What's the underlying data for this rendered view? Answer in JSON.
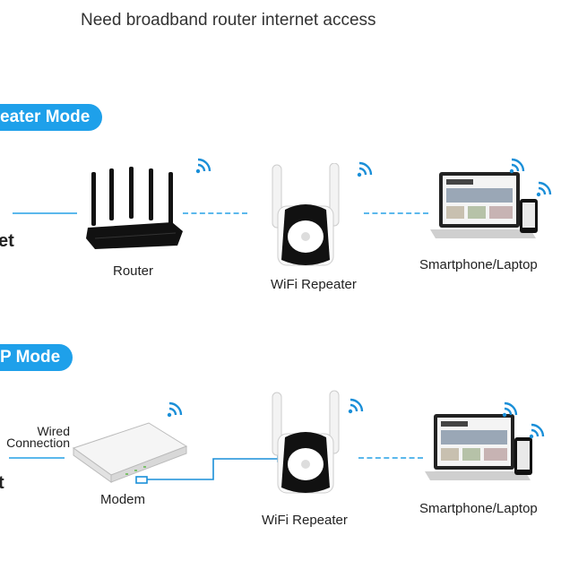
{
  "caption": {
    "text": "Need broadband router internet access"
  },
  "section1": {
    "mode_label": "eater Mode",
    "left_label": "et",
    "router_label": "Router",
    "repeater_label": "WiFi Repeater",
    "laptop_label": "Smartphone/Laptop"
  },
  "section2": {
    "mode_label": "P Mode",
    "left_label": "t",
    "wired_line1": "Wired",
    "wired_line2": "Connection",
    "modem_label": "Modem",
    "repeater_label": "WiFi Repeater",
    "laptop_label": "Smartphone/Laptop"
  },
  "colors": {
    "accent": "#1ea0ea",
    "line": "#5bb8ec",
    "wifi": "#1a8fd8"
  },
  "icons": [
    "wifi-icon",
    "router-icon",
    "repeater-icon",
    "laptop-icon",
    "smartphone-icon",
    "modem-icon"
  ]
}
